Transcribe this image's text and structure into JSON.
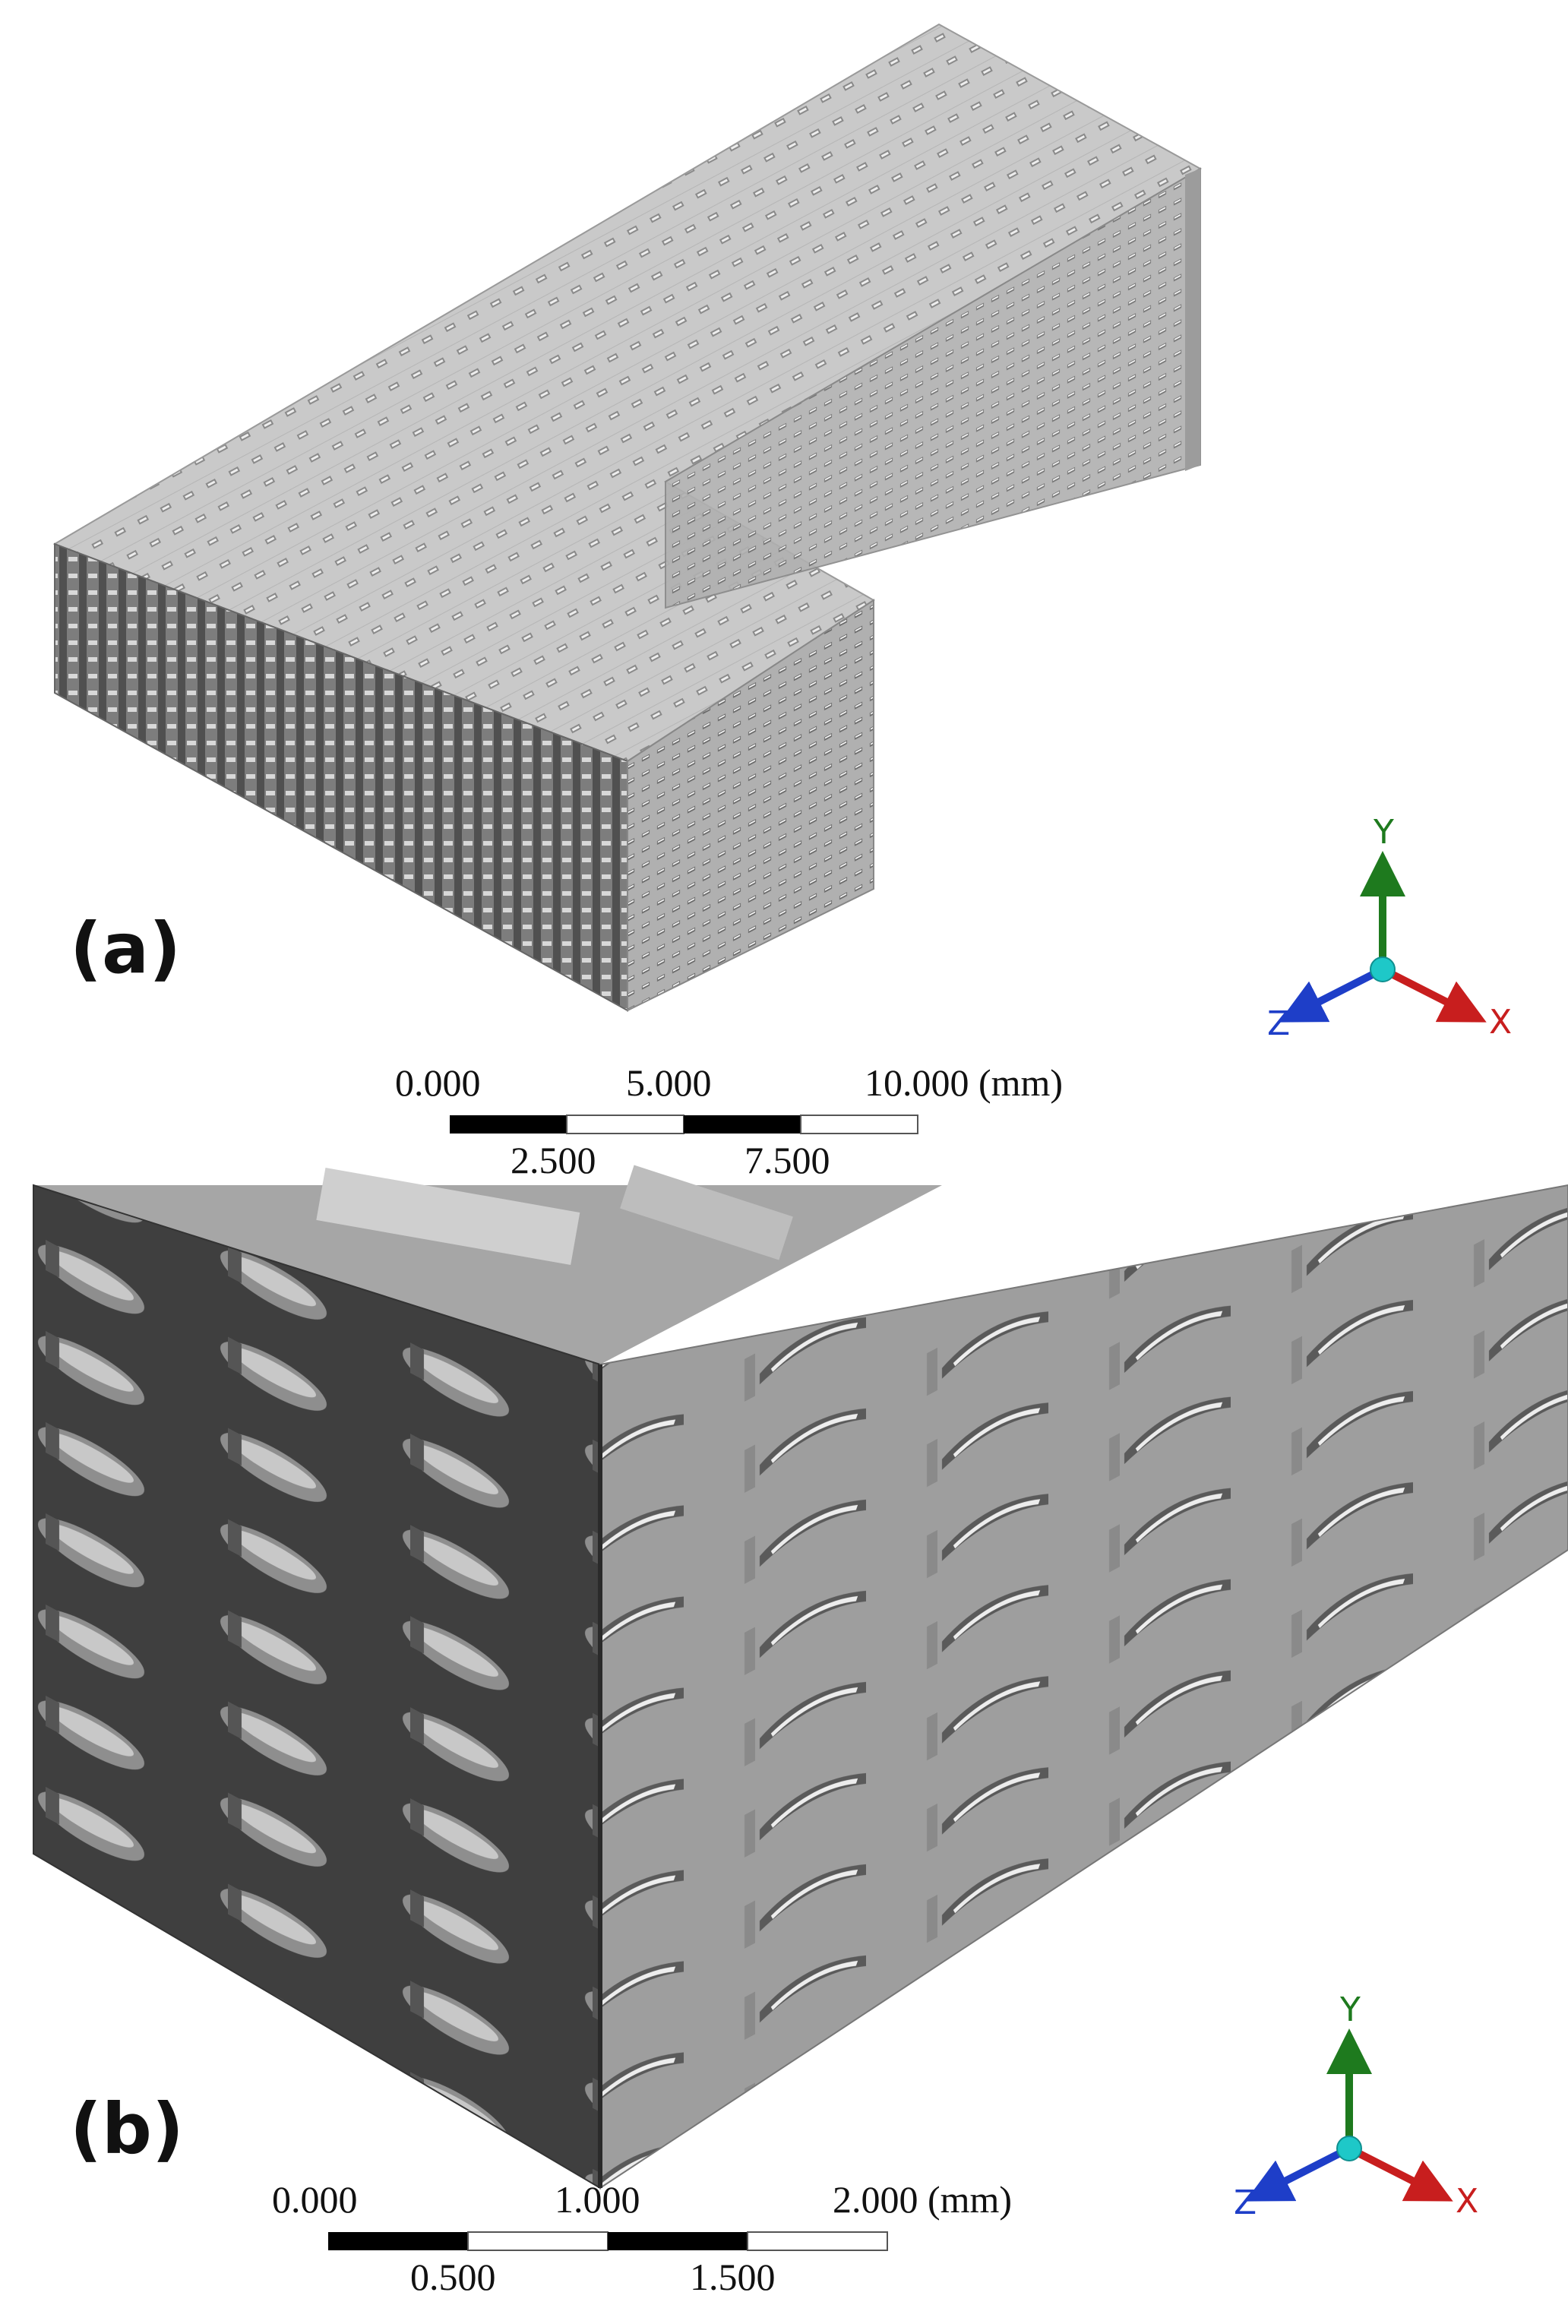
{
  "panels": [
    {
      "label": "(a)",
      "scale_bar": {
        "top_labels": [
          "0.000",
          "5.000",
          "10.000 (mm)"
        ],
        "bottom_labels": [
          "2.500",
          "7.500"
        ]
      },
      "triad": {
        "y": "Y",
        "x": "X",
        "z": "Z"
      }
    },
    {
      "label": "(b)",
      "scale_bar": {
        "top_labels": [
          "0.000",
          "1.000",
          "2.000 (mm)"
        ],
        "bottom_labels": [
          "0.500",
          "1.500"
        ]
      },
      "triad": {
        "y": "Y",
        "x": "X",
        "z": "Z"
      }
    }
  ],
  "colors": {
    "lattice_top": "#c4c4c4",
    "lattice_side_light": "#a9a9a9",
    "lattice_side_dark": "#4a4a4a",
    "y_axis": "#1e7a1e",
    "x_axis": "#c81e1e",
    "z_axis": "#1e3ec8",
    "origin": "#1ec8c8"
  }
}
